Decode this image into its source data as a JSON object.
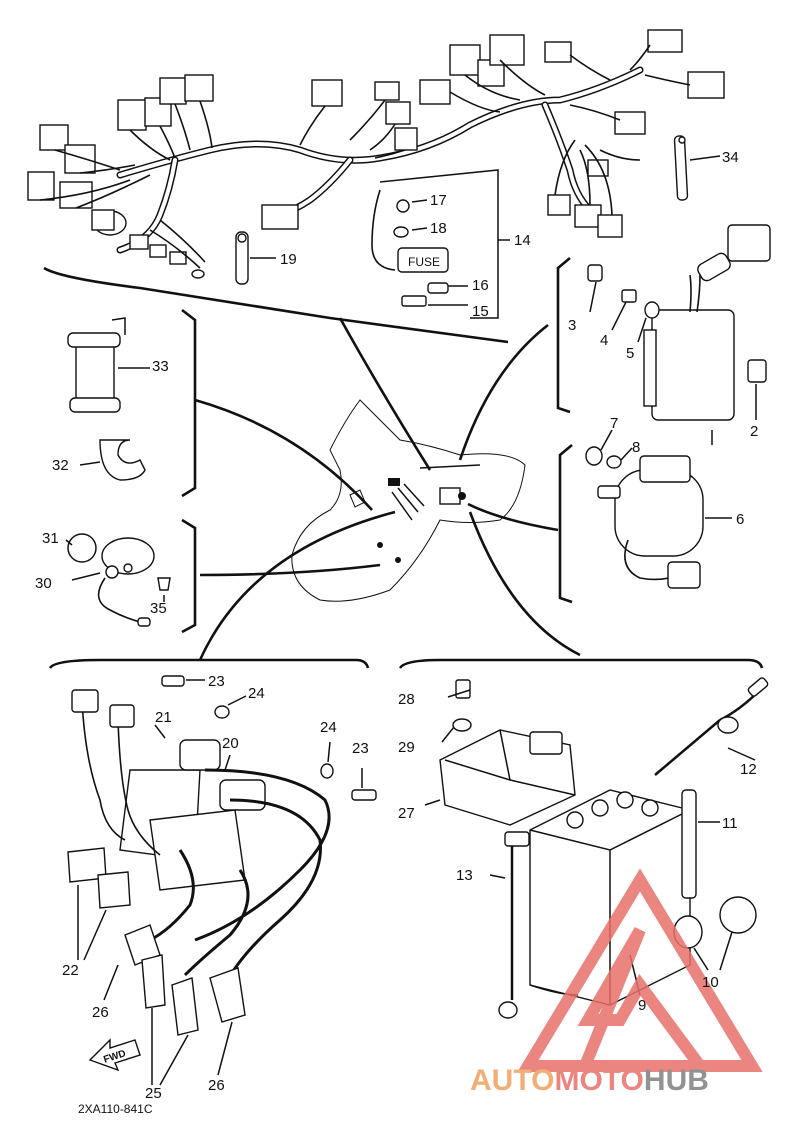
{
  "diagram": {
    "code": "2XA110-841C",
    "fwd_label": "FWD",
    "callouts": {
      "c2": "2",
      "c3": "3",
      "c4": "4",
      "c5": "5",
      "c6": "6",
      "c7": "7",
      "c8": "8",
      "c9": "9",
      "c10": "10",
      "c11": "11",
      "c12": "12",
      "c13": "13",
      "c14": "14",
      "c15": "15",
      "c16": "16",
      "c17": "17",
      "c18": "18",
      "c19": "19",
      "c20": "20",
      "c21": "21",
      "c22": "22",
      "c23a": "23",
      "c23b": "23",
      "c24a": "24",
      "c24b": "24",
      "c25": "25",
      "c26a": "26",
      "c26b": "26",
      "c27": "27",
      "c28": "28",
      "c29": "29",
      "c30": "30",
      "c31": "31",
      "c32": "32",
      "c33": "33",
      "c34": "34",
      "c35": "35"
    },
    "box_label": "FUSE"
  },
  "watermark": {
    "part1": "AUTO",
    "part2": "MOTO",
    "part3": "HUB",
    "color1": "#f0a060",
    "color2": "#e8706a",
    "color3": "#808080"
  }
}
